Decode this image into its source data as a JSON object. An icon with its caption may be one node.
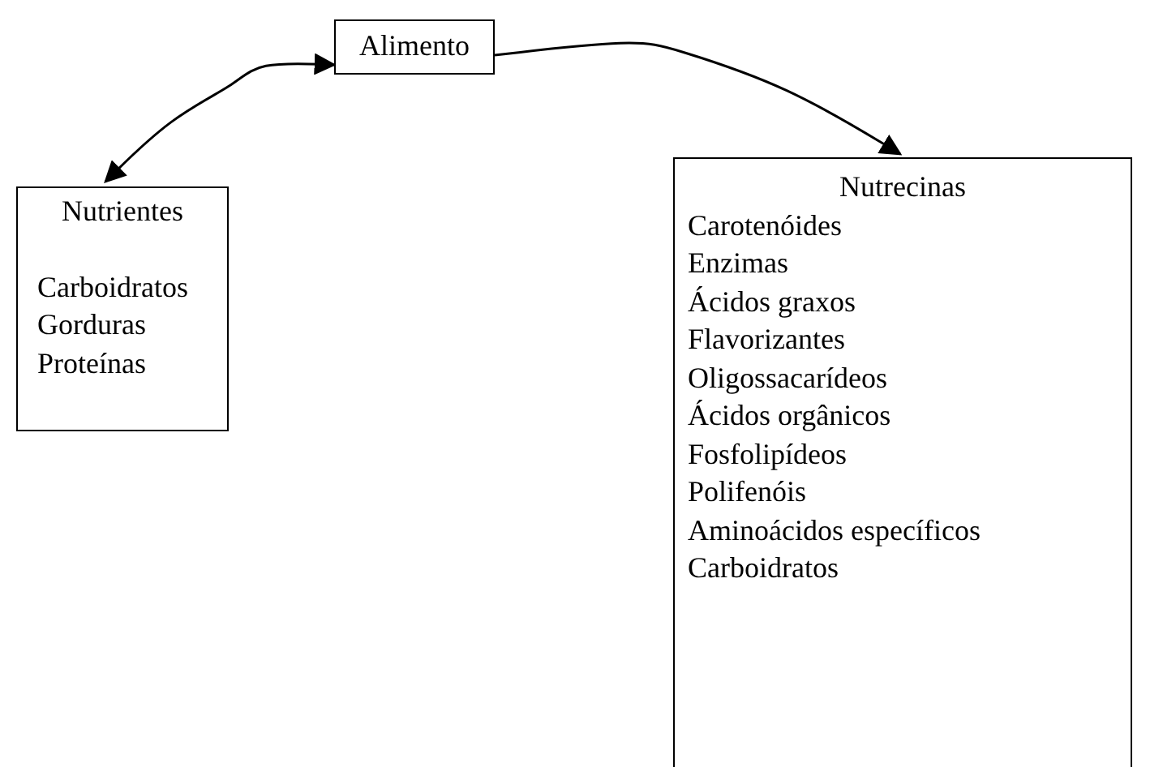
{
  "diagram": {
    "nodes": [
      {
        "text": [
          "Alimento"
        ]
      },
      {
        "text": [
          "Nutrientes",
          "Carboidratos",
          "Gorduras",
          "Proteínas"
        ]
      },
      {
        "text": [
          "Nutrecinas",
          "Carotenóides",
          "Enzimas",
          "Ácidos graxos",
          "Flavorizantes",
          "Oligossacarídeos",
          "Ácidos orgânicos",
          "Fosfolipídeos",
          "Polifenóis",
          "Aminoácidos específicos",
          "Carboidratos"
        ]
      }
    ],
    "edges": [
      {
        "from": 0,
        "to": 1,
        "arrow": "both"
      },
      {
        "from": 0,
        "to": 2,
        "arrow": "to"
      }
    ]
  }
}
